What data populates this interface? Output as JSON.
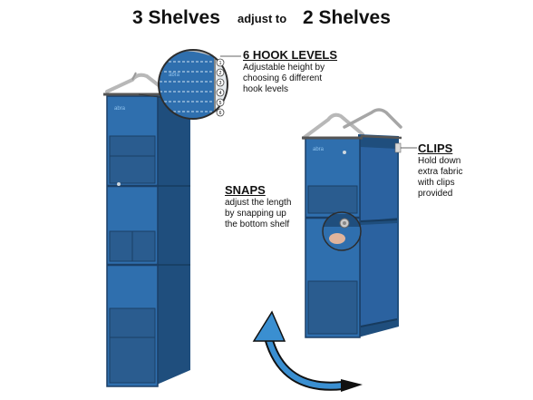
{
  "headline": {
    "three": "3 Shelves",
    "adjust": "adjust to",
    "two": "2 Shelves"
  },
  "callouts": {
    "hooks": {
      "title": "6 HOOK LEVELS",
      "body": "Adjustable height by\nchoosing 6 different\nhook levels"
    },
    "snaps": {
      "title": "SNAPS",
      "body": "adjust the length\nby snapping up\nthe bottom shelf"
    },
    "clips": {
      "title": "CLIPS",
      "body": "Hold down\nextra fabric\nwith clips\nprovided"
    }
  },
  "brand": "abra",
  "hook_levels": [
    "1",
    "2",
    "3",
    "4",
    "5",
    "6"
  ],
  "colors": {
    "fabric_front": "#2f6fae",
    "fabric_side": "#1f4e7d",
    "fabric_dark": "#1b3f66",
    "pocket": "#2a5c8f",
    "arrow": "#3a8fd1"
  }
}
